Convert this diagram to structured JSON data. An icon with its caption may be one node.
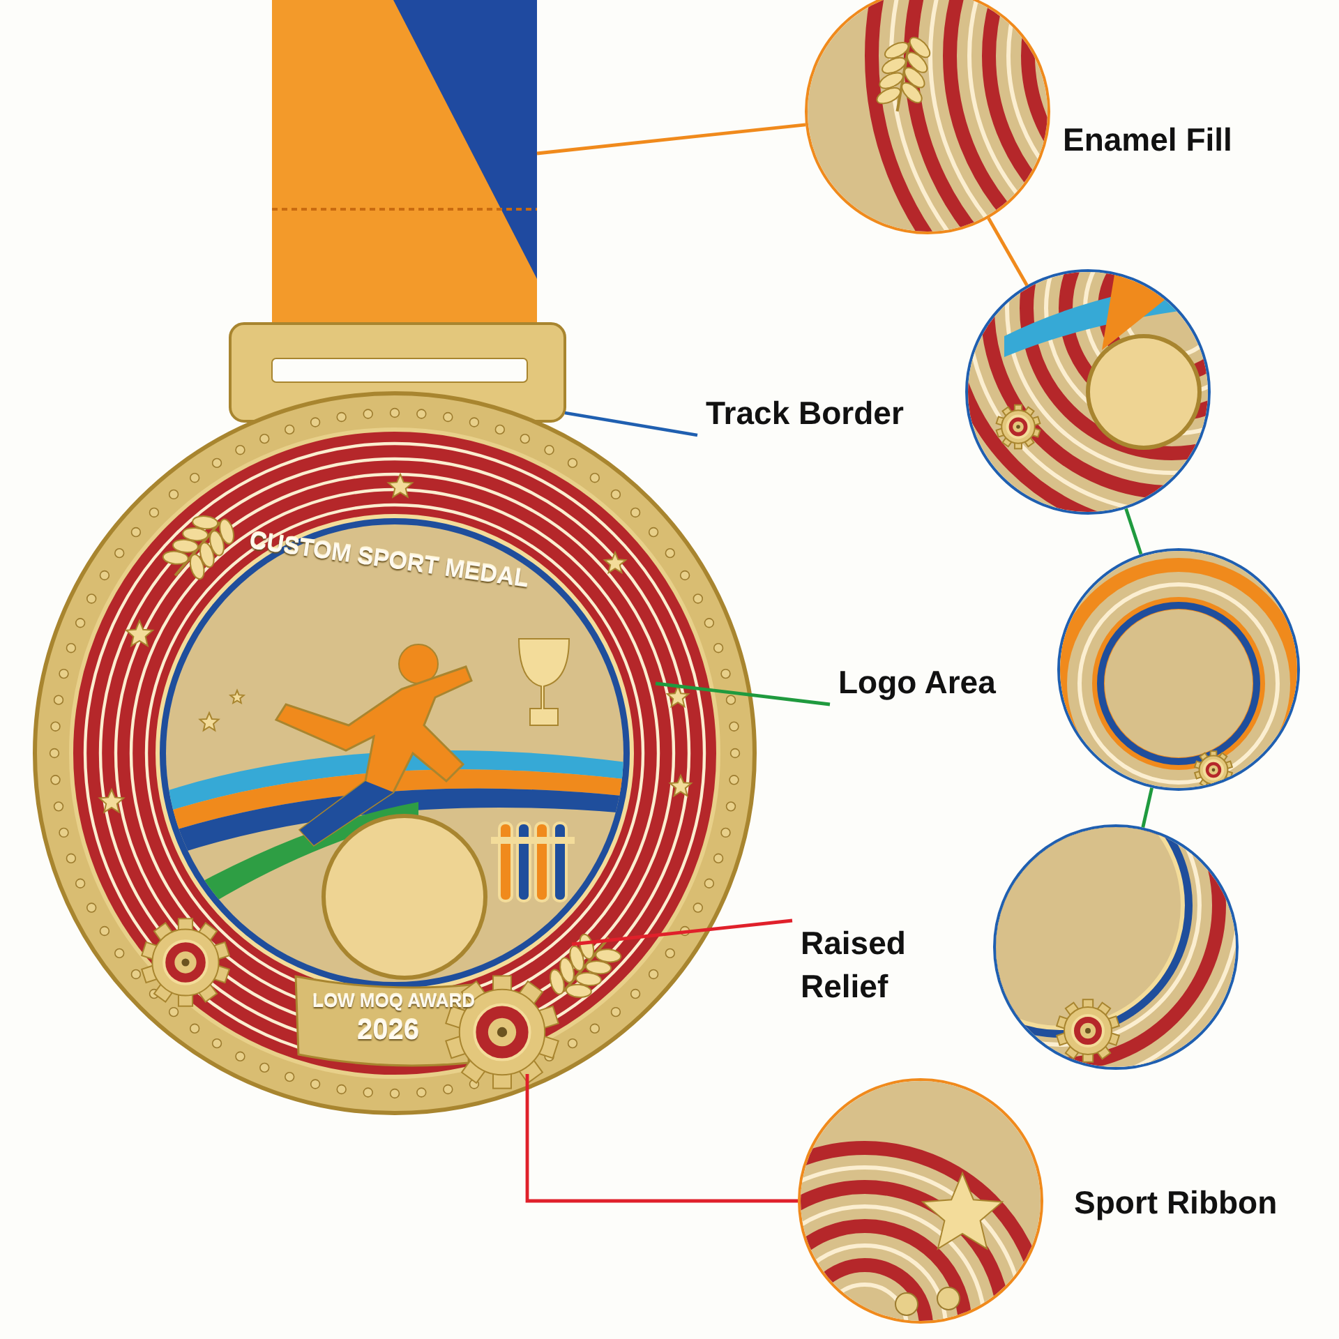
{
  "diagram": {
    "nodes": [
      {
        "text": [],
        "shape": "picture"
      },
      {
        "text": [],
        "shape": "picture"
      },
      {
        "text": [],
        "shape": "picture"
      },
      {
        "text": [
          "Enamel Fill"
        ]
      },
      {
        "text": [
          "Track Border"
        ]
      },
      {
        "text": [],
        "shape": "picture"
      },
      {
        "text": [
          "Logo Area"
        ]
      },
      {
        "text": [],
        "shape": "picture"
      },
      {
        "text": [
          "Raised Relief"
        ]
      },
      {
        "text": [],
        "shape": "picture"
      },
      {
        "text": [],
        "shape": "picture"
      },
      {
        "text": [
          "Sport Ribbon"
        ]
      }
    ],
    "edges": [
      {
        "from": 0,
        "to": 2,
        "arrow": "none",
        "color": "#f08a1c"
      },
      {
        "from": 2,
        "to": 5,
        "arrow": "none",
        "color": "#f08a1c"
      },
      {
        "from": 1,
        "to": 4,
        "arrow": "none",
        "color": "#1f5fb0"
      },
      {
        "from": 5,
        "to": 7,
        "arrow": "none",
        "color": "#1f9a3e"
      },
      {
        "from": 1,
        "to": 6,
        "arrow": "none",
        "color": "#1f9a3e"
      },
      {
        "from": 7,
        "to": 9,
        "arrow": "none",
        "color": "#1f9a3e"
      },
      {
        "from": 1,
        "to": 8,
        "arrow": "none",
        "color": "#e0202a"
      },
      {
        "from": 1,
        "to": 10,
        "arrow": "none",
        "color": "#e0202a"
      }
    ],
    "labels": [
      "CUSTOM SPORT MEDAL",
      "LOW MOQ AWARD",
      "2026"
    ]
  }
}
